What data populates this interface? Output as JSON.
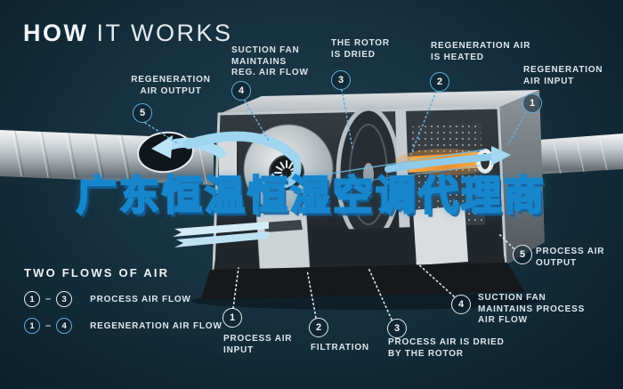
{
  "title": {
    "bold": "HOW",
    "light": "IT WORKS"
  },
  "watermark": {
    "text": "广东恒温恒湿空调代理商"
  },
  "colors": {
    "background": "#15303e",
    "accent_blue": "#5fb0dc",
    "process_white": "#e7edf0",
    "heater_orange": "#f09a3e",
    "watermark_fill": "#ffffff",
    "watermark_outline": "#1786cc"
  },
  "callouts": {
    "regen_output": {
      "number": "5",
      "label": "REGENERATION\nAIR OUTPUT"
    },
    "regen_fan": {
      "number": "4",
      "label": "SUCTION FAN\nMAINTAINS\nREG. AIR FLOW"
    },
    "rotor_dried": {
      "number": "3",
      "label": "THE ROTOR\nIS DRIED"
    },
    "regen_heated": {
      "number": "2",
      "label": "REGENERATION AIR\nIS HEATED"
    },
    "regen_input": {
      "number": "1",
      "label": "REGENERATION\nAIR INPUT"
    },
    "process_output": {
      "number": "5",
      "label": "PROCESS AIR\nOUTPUT"
    },
    "process_fan": {
      "number": "4",
      "label": "SUCTION FAN\nMAINTAINS PROCESS\nAIR FLOW"
    },
    "process_dried": {
      "number": "3",
      "label": "PROCESS AIR IS DRIED\nBY THE ROTOR"
    },
    "filtration": {
      "number": "2",
      "label": "FILTRATION"
    },
    "process_input": {
      "number": "1",
      "label": "PROCESS AIR\nINPUT"
    }
  },
  "legend": {
    "title": "TWO FLOWS OF AIR",
    "rows": [
      {
        "from": "1",
        "sep": "–",
        "to": "3",
        "label": "PROCESS AIR FLOW",
        "style": "white"
      },
      {
        "from": "1",
        "sep": "–",
        "to": "4",
        "label": "REGENERATION AIR FLOW",
        "style": "blue"
      }
    ]
  }
}
